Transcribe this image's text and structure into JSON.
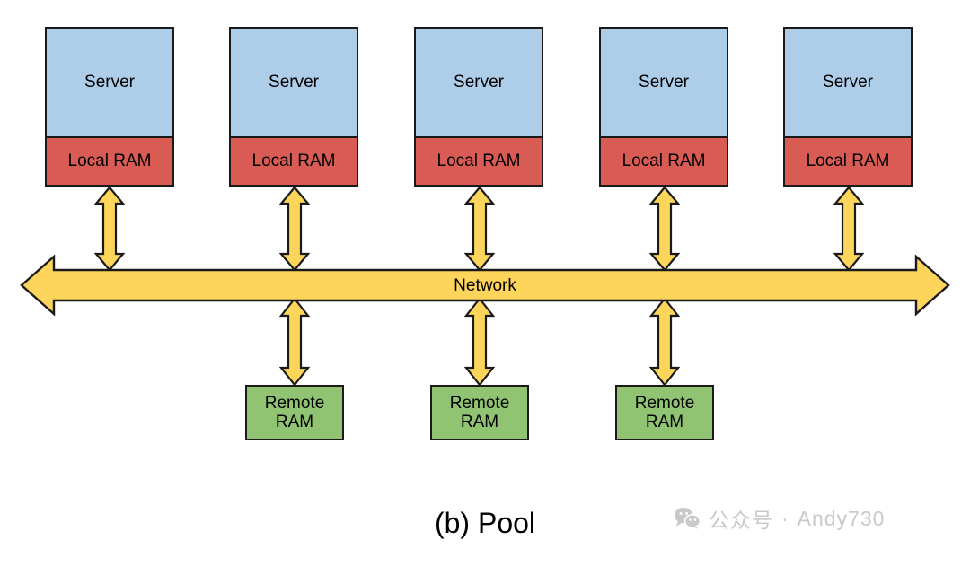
{
  "diagram": {
    "caption": "(b) Pool",
    "network_label": "Network",
    "colors": {
      "server": "#aecde8",
      "local_ram": "#d85c54",
      "remote_ram": "#90c472",
      "network": "#fdd55a",
      "stroke": "#1a1a1a",
      "watermark": "#c9c9c9"
    },
    "servers": [
      {
        "title": "Server",
        "ram": "Local RAM"
      },
      {
        "title": "Server",
        "ram": "Local RAM"
      },
      {
        "title": "Server",
        "ram": "Local RAM"
      },
      {
        "title": "Server",
        "ram": "Local RAM"
      },
      {
        "title": "Server",
        "ram": "Local RAM"
      }
    ],
    "remote_rams": [
      {
        "line1": "Remote",
        "line2": "RAM"
      },
      {
        "line1": "Remote",
        "line2": "RAM"
      },
      {
        "line1": "Remote",
        "line2": "RAM"
      }
    ],
    "icons": {
      "network_bus": "double-headed-horizontal-arrow-icon",
      "link": "double-headed-vertical-arrow-icon",
      "wechat": "wechat-logo-icon"
    }
  },
  "watermark": {
    "account_label": "公众号",
    "separator": "·",
    "name": "Andy730"
  }
}
